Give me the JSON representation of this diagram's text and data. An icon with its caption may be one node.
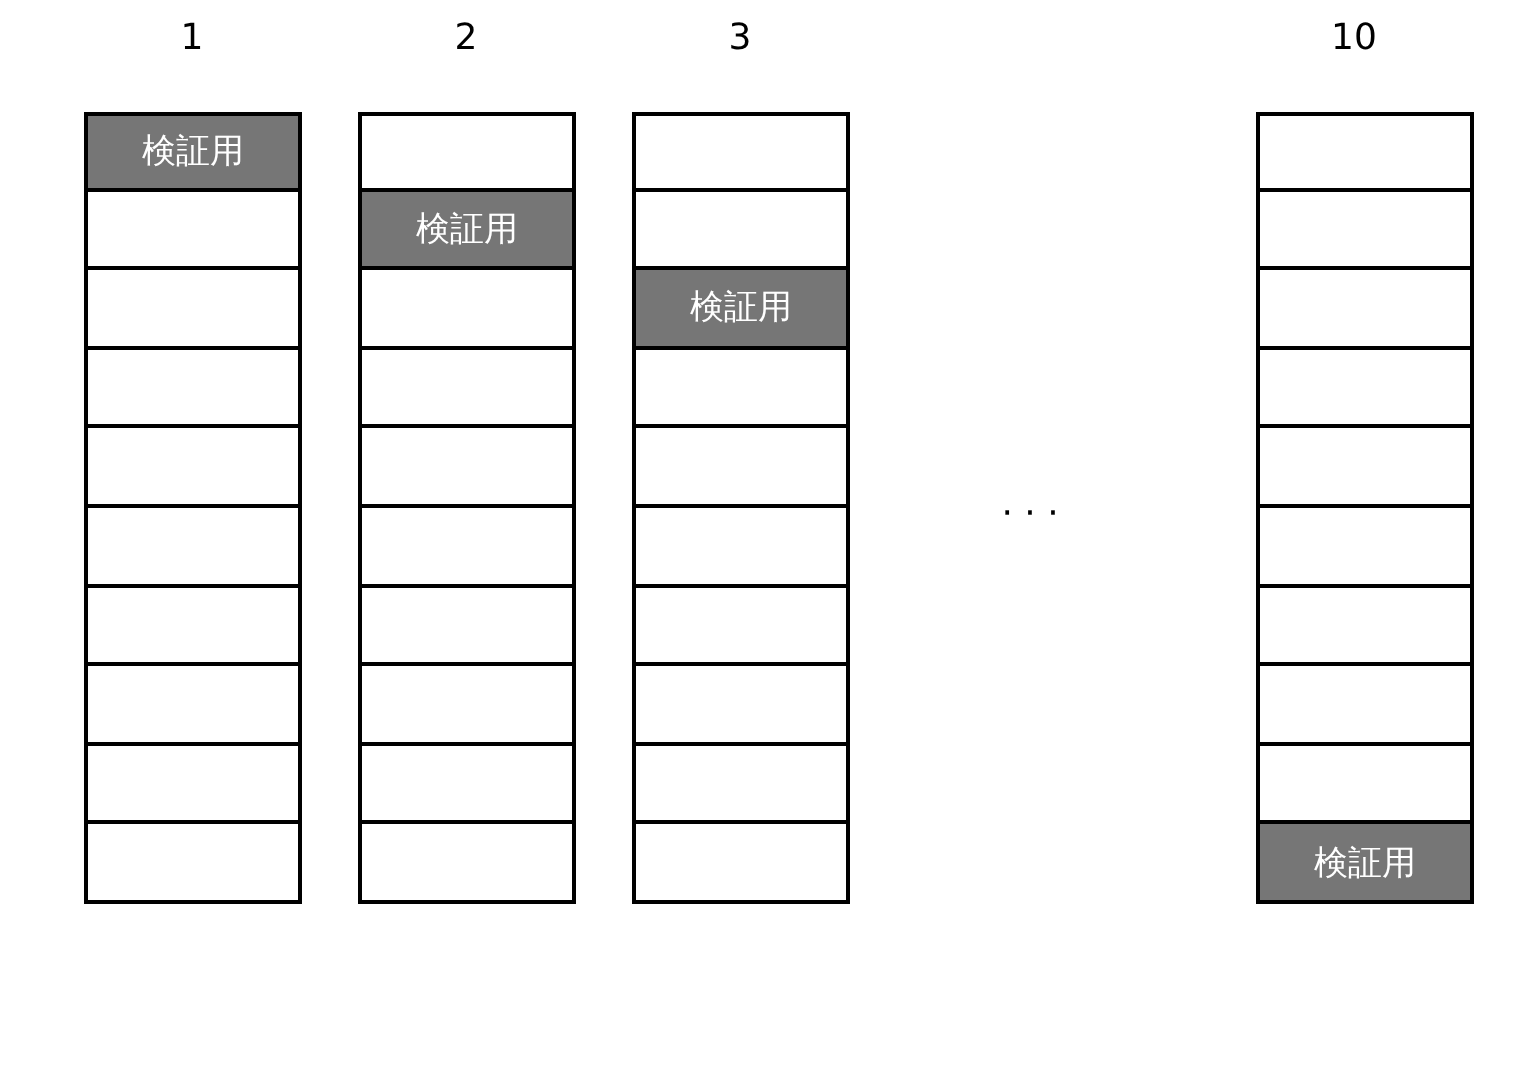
{
  "diagram": {
    "nodes": [
      {
        "text": [
          "検証用"
        ]
      },
      {
        "text": [],
        "shape": "box"
      },
      {
        "text": [],
        "shape": "box"
      },
      {
        "text": [],
        "shape": "box"
      },
      {
        "text": [],
        "shape": "box"
      },
      {
        "text": [],
        "shape": "box"
      },
      {
        "text": [],
        "shape": "box"
      },
      {
        "text": [],
        "shape": "box"
      },
      {
        "text": [],
        "shape": "box"
      },
      {
        "text": [],
        "shape": "box"
      },
      {
        "text": [],
        "shape": "box"
      },
      {
        "text": [
          "検証用"
        ]
      },
      {
        "text": [],
        "shape": "box"
      },
      {
        "text": [],
        "shape": "box"
      },
      {
        "text": [],
        "shape": "box"
      },
      {
        "text": [],
        "shape": "box"
      },
      {
        "text": [],
        "shape": "box"
      },
      {
        "text": [],
        "shape": "box"
      },
      {
        "text": [],
        "shape": "box"
      },
      {
        "text": [],
        "shape": "box"
      },
      {
        "text": [],
        "shape": "box"
      },
      {
        "text": [],
        "shape": "box"
      },
      {
        "text": [
          "検証用"
        ]
      },
      {
        "text": [],
        "shape": "box"
      },
      {
        "text": [],
        "shape": "box"
      },
      {
        "text": [],
        "shape": "box"
      },
      {
        "text": [],
        "shape": "box"
      },
      {
        "text": [],
        "shape": "box"
      },
      {
        "text": [],
        "shape": "box"
      },
      {
        "text": [],
        "shape": "box"
      },
      {
        "text": [],
        "shape": "box"
      },
      {
        "text": [],
        "shape": "box"
      },
      {
        "text": [],
        "shape": "box"
      },
      {
        "text": [],
        "shape": "box"
      },
      {
        "text": [],
        "shape": "box"
      },
      {
        "text": [],
        "shape": "box"
      },
      {
        "text": [],
        "shape": "box"
      },
      {
        "text": [],
        "shape": "box"
      },
      {
        "text": [],
        "shape": "box"
      },
      {
        "text": [
          "検証用"
        ]
      }
    ],
    "labels": [
      "1",
      "2",
      "3",
      "10",
      "· · ·"
    ]
  }
}
